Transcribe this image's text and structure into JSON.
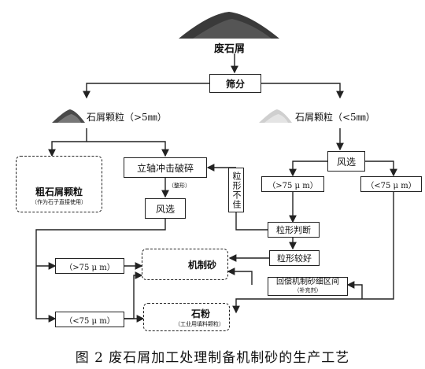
{
  "nodes": {
    "waste": "废石屑",
    "screen": "筛分",
    "coarse_label": "石屑颗粒（>5㎜）",
    "fine_label": "石屑颗粒（<5㎜）",
    "coarse_box": "粗石屑颗粒",
    "coarse_note": "（作为石子直接使用）",
    "vsi": "立轴冲击破碎",
    "shaping_note": "（整形）",
    "air_left": "风选",
    "air_right": "风选",
    "gt75_right": "（>75 μ m）",
    "lt75_right": "（<75 μ m）",
    "poor_shape": "粒形不佳",
    "shape_judge": "粒形判断",
    "good_shape": "粒形较好",
    "refill": "回偿机制砂细区间",
    "refill_note": "（补充剂）",
    "gt75_left": "（>75 μ m）",
    "lt75_left": "（<75 μ m）",
    "sand": "机制砂",
    "powder": "石粉",
    "powder_note": "（工业用填料颗粒）"
  },
  "caption": "图 2  废石屑加工处理制备机制砂的生产工艺"
}
